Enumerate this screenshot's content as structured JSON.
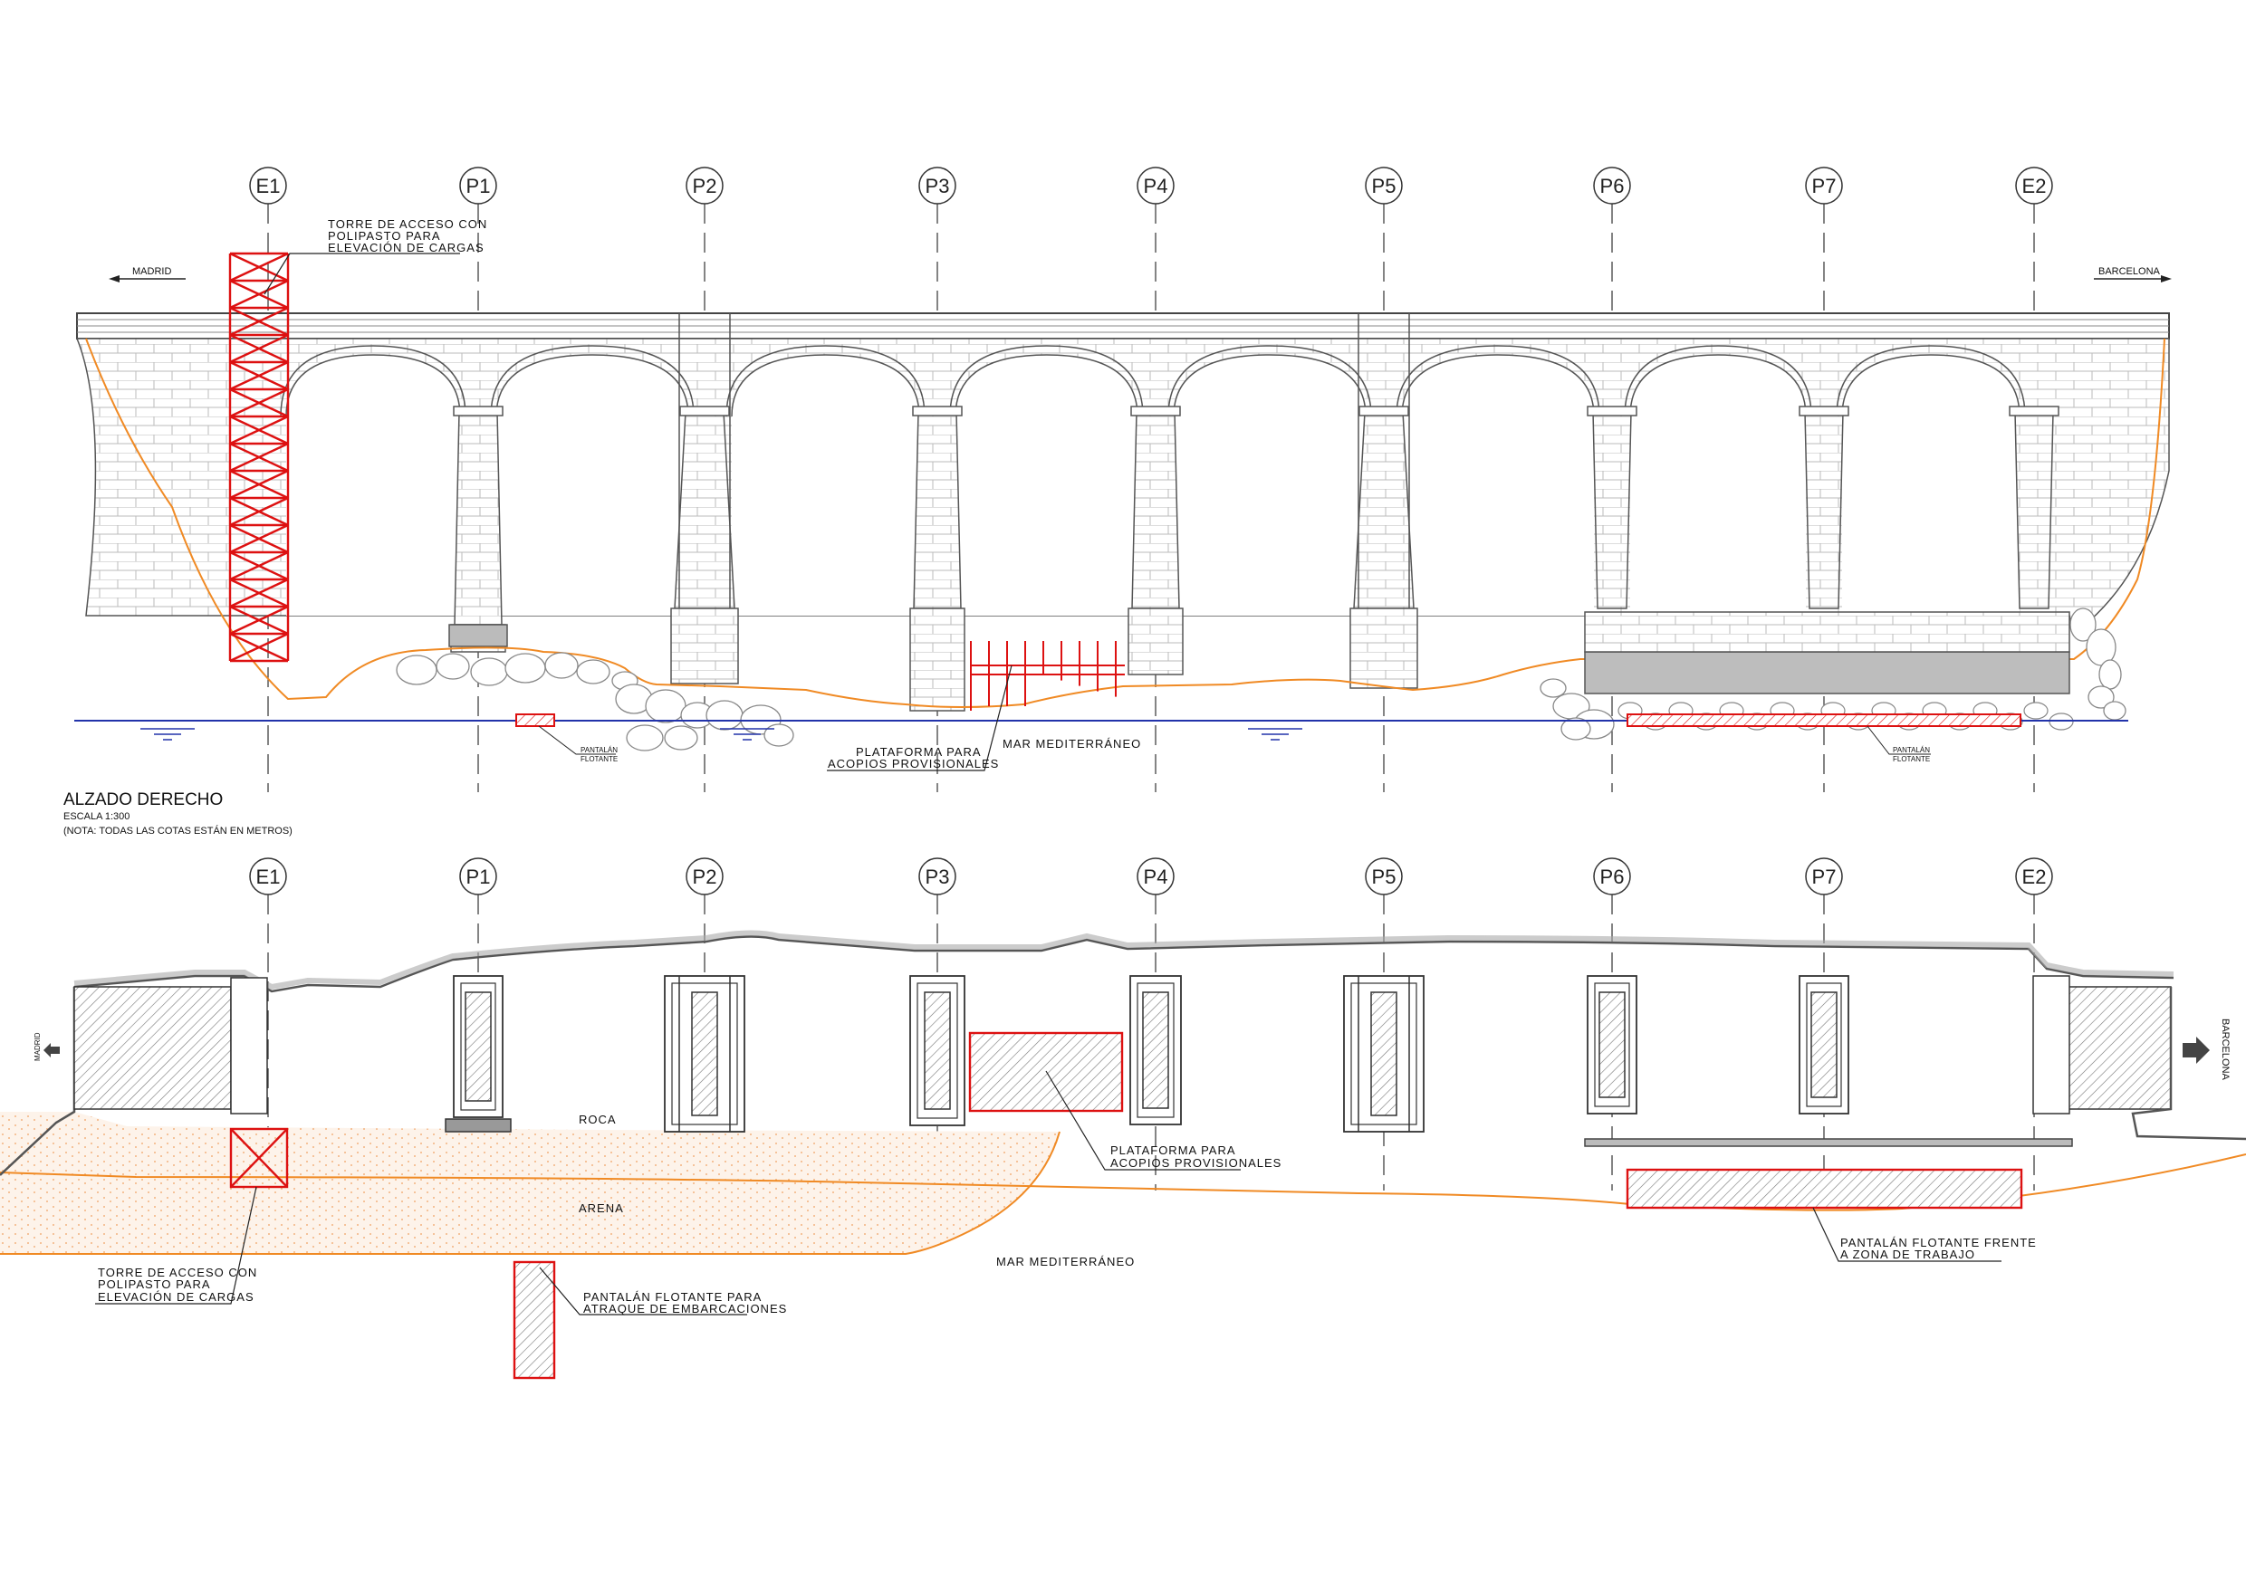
{
  "axes": [
    "E1",
    "P1",
    "P2",
    "P3",
    "P4",
    "P5",
    "P6",
    "P7",
    "E2"
  ],
  "elevation": {
    "title": "ALZADO DERECHO",
    "scale": "ESCALA 1:300",
    "note": "(NOTA: TODAS LAS COTAS ESTÁN EN METROS)",
    "direction_left": "MADRID",
    "direction_right": "BARCELONA",
    "tower_label": [
      "TORRE DE ACCESO CON",
      "POLIPASTO PARA",
      "ELEVACIÓN DE CARGAS"
    ],
    "platform_label": [
      "PLATAFORMA PARA",
      "ACOPIOS PROVISIONALES"
    ],
    "sea_label": "MAR MEDITERRÁNEO",
    "pontoon_label": [
      "PANTALÁN",
      "FLOTANTE"
    ]
  },
  "plan": {
    "direction_left": "MADRID",
    "direction_right": "BARCELONA",
    "rock_label": "ROCA",
    "sand_label": "ARENA",
    "sea_label": "MAR MEDITERRÁNEO",
    "tower_label": [
      "TORRE DE ACCESO CON",
      "POLIPASTO PARA",
      "ELEVACIÓN DE CARGAS"
    ],
    "platform_label": [
      "PLATAFORMA PARA",
      "ACOPIOS PROVISIONALES"
    ],
    "pontoon_berth_label": [
      "PANTALÁN FLOTANTE PARA",
      "ATRAQUE DE EMBARCACIONES"
    ],
    "pontoon_work_label": [
      "PANTALÁN FLOTANTE FRENTE",
      "A ZONA DE TRABAJO"
    ]
  },
  "colors": {
    "temporary_works": "#d11111",
    "terrain": "#f08a24",
    "water": "#2233aa",
    "structure": "#444444"
  }
}
